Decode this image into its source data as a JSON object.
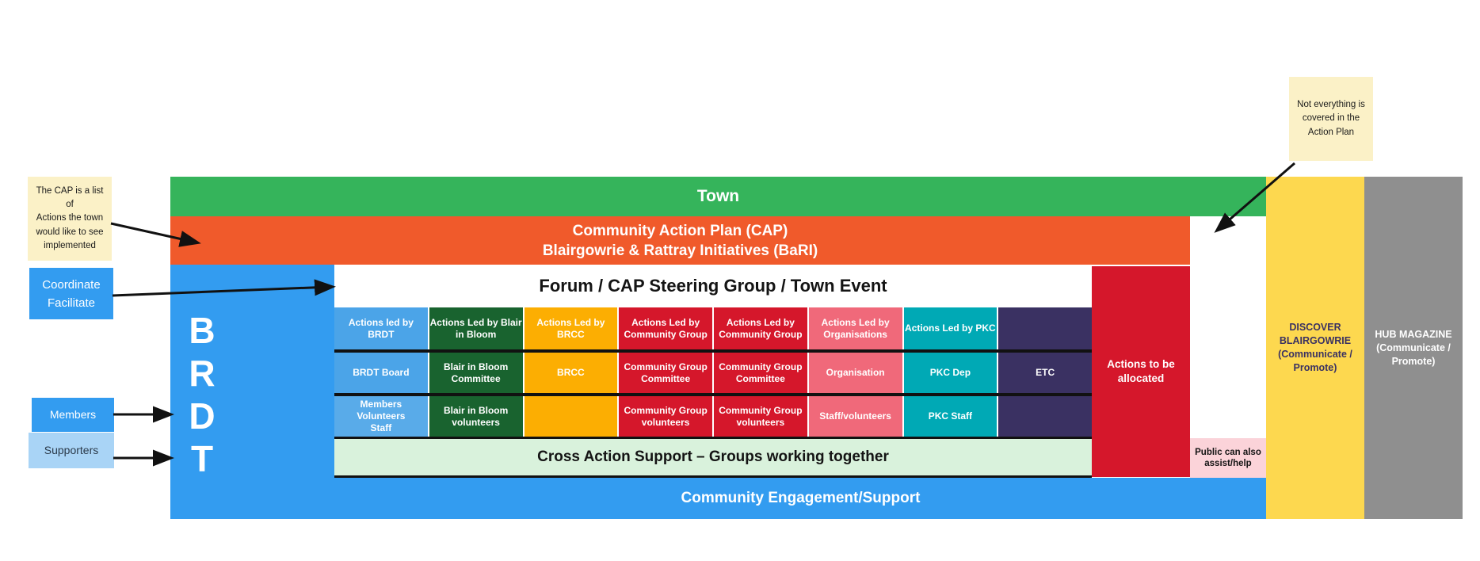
{
  "palette": {
    "green": "#35b45b",
    "orange": "#f05a2b",
    "blue": "#339cf0",
    "cellBlue": "#4ba4e8",
    "darkGreen": "#19632f",
    "amber": "#fcae02",
    "red": "#d5172b",
    "salmon": "#f0697a",
    "teal": "#00a9b5",
    "purple": "#3a3162",
    "lightGreen": "#d9f2dc",
    "pink": "#fbd3d9",
    "yellow": "#fdd84f",
    "gray": "#8f8f8f",
    "sticky": "#fbf1c7",
    "supportersBlue": "#a9d4f6",
    "darkText": "#2b3a4a",
    "white": "#ffffff"
  },
  "annotations": {
    "note_cap": "The CAP is a list of\nActions the town\nwould like to see\nimplemented",
    "note_not_everything": "Not everything is\ncovered in the\nAction Plan",
    "coordinate_facilitate": "Coordinate\nFacilitate",
    "members": "Members",
    "supporters": "Supporters"
  },
  "diagram": {
    "town_label": "Town",
    "cap_line1": "Community Action Plan (CAP)",
    "cap_line2": "Blairgowrie & Rattray Initiatives (BaRI)",
    "brdt_letters": "B\nR\nD\nT",
    "forum_label": "Forum / CAP Steering Group / Town Event",
    "actions_to_be_allocated": "Actions to be\nallocated",
    "cross_action_support": "Cross Action Support – Groups working together",
    "community_engagement": "Community Engagement/Support",
    "public_assist": "Public can also\nassist/help",
    "discover_blairgowrie": "DISCOVER\nBLAIRGOWRIE\n(Communicate /\nPromote)",
    "hub_magazine": "HUB MAGAZINE\n(Communicate /\nPromote)"
  },
  "grid": {
    "rows": [
      [
        {
          "text": "Actions led by BRDT",
          "color": "cellBlue"
        },
        {
          "text": "Actions Led by Blair\nin Bloom",
          "color": "darkGreen"
        },
        {
          "text": "Actions Led by\nBRCC",
          "color": "amber"
        },
        {
          "text": "Actions Led by\nCommunity Group",
          "color": "red"
        },
        {
          "text": "Actions Led by\nCommunity Group",
          "color": "red"
        },
        {
          "text": "Actions Led by\nOrganisations",
          "color": "salmon"
        },
        {
          "text": "Actions Led by PKC",
          "color": "teal"
        },
        {
          "text": "",
          "color": "purple"
        }
      ],
      [
        {
          "text": "BRDT Board",
          "color": "cellBlue"
        },
        {
          "text": "Blair in Bloom\nCommittee",
          "color": "darkGreen"
        },
        {
          "text": "BRCC",
          "color": "amber"
        },
        {
          "text": "Community Group\nCommittee",
          "color": "red"
        },
        {
          "text": "Community Group\nCommittee",
          "color": "red"
        },
        {
          "text": "Organisation",
          "color": "salmon"
        },
        {
          "text": "PKC Dep",
          "color": "teal"
        },
        {
          "text": "ETC",
          "color": "purple"
        }
      ],
      [
        {
          "text": "Members\nVolunteers\nStaff",
          "color": "cellBlue",
          "dim": true
        },
        {
          "text": "Blair in Bloom\nvolunteers",
          "color": "darkGreen"
        },
        {
          "text": "",
          "color": "amber"
        },
        {
          "text": "Community Group\nvolunteers",
          "color": "red"
        },
        {
          "text": "Community Group\nvolunteers",
          "color": "red"
        },
        {
          "text": "Staff/volunteers",
          "color": "salmon"
        },
        {
          "text": "PKC Staff",
          "color": "teal"
        },
        {
          "text": "",
          "color": "purple"
        }
      ]
    ]
  }
}
